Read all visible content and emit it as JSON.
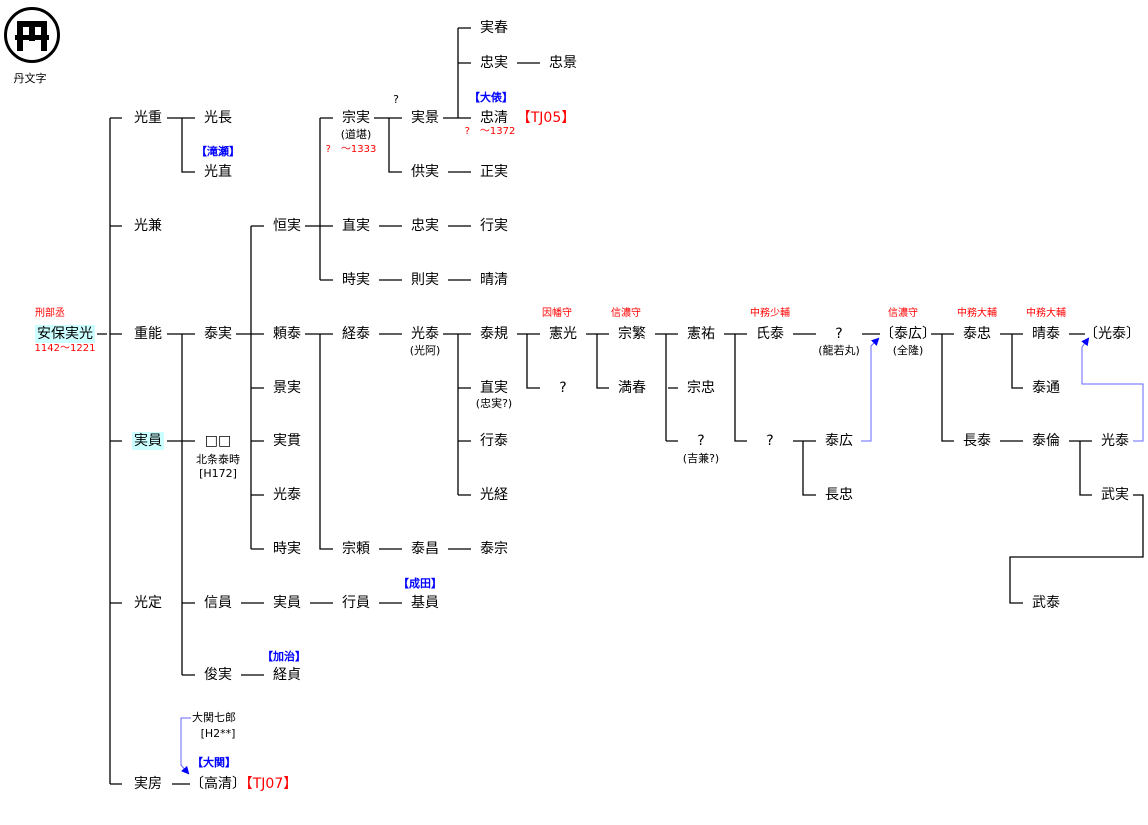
{
  "logo": {
    "glyph": "円",
    "caption": "丹文字"
  },
  "colors": {
    "line": "#000000",
    "arrow": "#6666ff",
    "title": "#ff0000",
    "clan": "#0000ff",
    "highlight": "#ccffff"
  },
  "nodes": {
    "root": "安保実光",
    "root_title": "刑部丞",
    "root_dates": "1142〜1221",
    "mitsushige": "光重",
    "mitsukane": "光兼",
    "shigeyoshi": "重能",
    "sanekazu": "実員",
    "mitsusada": "光定",
    "sanefusa": "実房",
    "mitsunaga": "光長",
    "takigase": "【滝瀬】",
    "mitsunao": "光直",
    "yasuzane": "泰実",
    "kaku": "□□",
    "hojo": "北条泰時",
    "h172": "[H172]",
    "nobukazu": "信員",
    "toshizane": "俊実",
    "ozeki7": "大関七郎",
    "h2": "[H2**]",
    "ozeki": "【大関】",
    "takakiyo": "〔高清〕",
    "tj07": "【TJ07】",
    "tsunezane": "恒実",
    "yoriyasu": "頼泰",
    "kagezane": "景実",
    "sanetsura": "実貫",
    "mitsuyasu1": "光泰",
    "tokizane1": "時実",
    "sanekazu2": "実員",
    "tsunesada": "経貞",
    "kaji": "【加治】",
    "munezane": "宗実",
    "doutan": "(道堪)",
    "munezane_d": "?　〜1333",
    "naozane": "直実",
    "tokizane2": "時実",
    "tsuneyasu": "経泰",
    "muneyori": "宗頼",
    "yukikazu": "行員",
    "q_top": "?",
    "sanekage": "実景",
    "tomozane": "供実",
    "tadazane1": "忠実",
    "norizane": "則実",
    "mitsuyasu2": "光泰",
    "koua": "(光阿)",
    "yasumasa": "泰昌",
    "motokazu": "基員",
    "narita": "【成田】",
    "saneharu": "実春",
    "tadazane2": "忠実",
    "tadakage": "忠景",
    "ohata": "【大俵】",
    "tadakiyo": "忠清",
    "tadakiyo_d": "?　〜1372",
    "tj05": "【TJ05】",
    "masazane": "正実",
    "yukizane": "行実",
    "harukiyo": "晴清",
    "yasunori": "泰規",
    "naozane2": "直実",
    "tadazane_q": "(忠実?)",
    "yukiyasu": "行泰",
    "mitsutsune": "光経",
    "yasumune": "泰宗",
    "inaba": "因幡守",
    "norimitsu": "憲光",
    "q1": "?",
    "shinano1": "信濃守",
    "noneshige": "宗繁",
    "mitsuharu": "満春",
    "norisuke": "憲祐",
    "munetada": "宗忠",
    "q2": "?",
    "yoshikane": "(吉兼?)",
    "nakatsukasa_s": "中務少輔",
    "ujiyasu": "氏泰",
    "q3": "?",
    "q4": "?",
    "tatsuwaka": "(龍若丸)",
    "yasuhiro": "泰広",
    "nagatada": "長忠",
    "shinano2": "信濃守",
    "yasuhiro_b": "〔泰広〕",
    "zenryu": "(全隆)",
    "nakatsukasa_t1": "中務大輔",
    "yasutada": "泰忠",
    "nagayasu": "長泰",
    "nakatsukasa_t2": "中務大輔",
    "haruyasu": "晴泰",
    "yasumichi": "泰通",
    "yasutomo": "泰倫",
    "takeyasu": "武泰",
    "mitsuyasu_b": "〔光泰〕",
    "mitsuyasu3": "光泰",
    "takezane": "武実"
  }
}
